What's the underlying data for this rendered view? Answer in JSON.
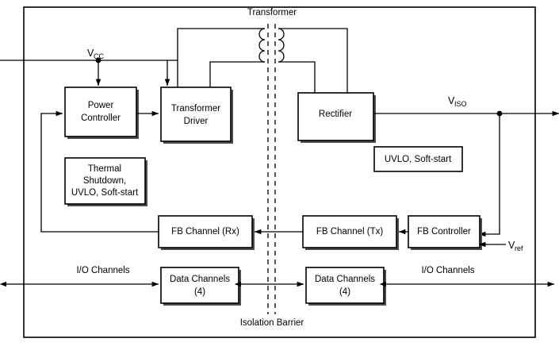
{
  "diagram": {
    "title_transformer": "Transformer",
    "isolation_barrier_label": "Isolation Barrier",
    "blocks": {
      "power_controller": {
        "line1": "Power",
        "line2": "Controller"
      },
      "transformer_driver": {
        "line1": "Transformer",
        "line2": "Driver"
      },
      "thermal": {
        "line1": "Thermal",
        "line2": "Shutdown,",
        "line3": "UVLO, Soft-start"
      },
      "rectifier": {
        "line1": "Rectifier"
      },
      "uvlo_soft_start": {
        "line1": "UVLO, Soft-start"
      },
      "fb_channel_rx": {
        "line1": "FB Channel (Rx)"
      },
      "fb_channel_tx": {
        "line1": "FB Channel (Tx)"
      },
      "fb_controller": {
        "line1": "FB Controller"
      },
      "data_channels_left": {
        "line1": "Data Channels",
        "line2": "(4)"
      },
      "data_channels_right": {
        "line1": "Data Channels",
        "line2": "(4)"
      }
    },
    "signals": {
      "vcc_base": "V",
      "vcc_sub": "CC",
      "viso_base": "V",
      "viso_sub": "ISO",
      "vref_base": "V",
      "vref_sub": "ref",
      "io_channels_left": "I/O Channels",
      "io_channels_right": "I/O Channels"
    },
    "colors": {
      "stroke": "#000000",
      "fill": "#ffffff",
      "shadow": "#4d4d4d"
    }
  }
}
